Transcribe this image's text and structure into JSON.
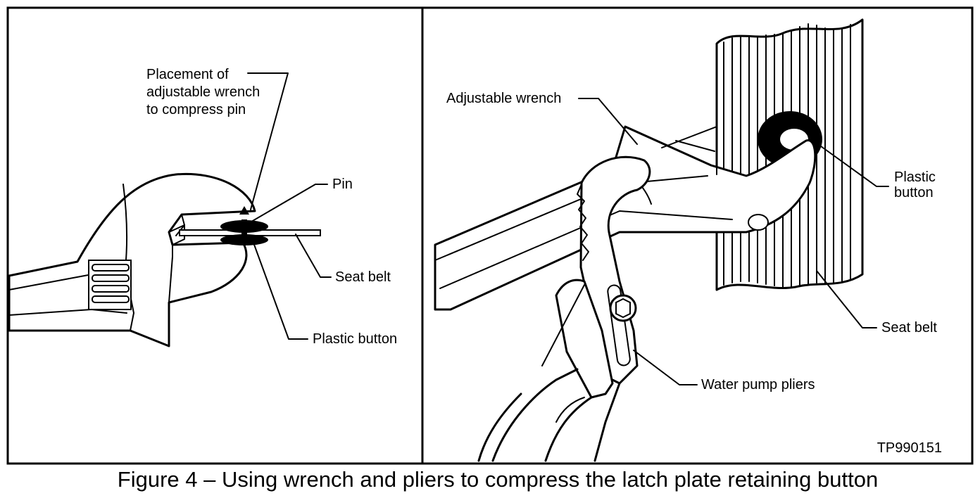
{
  "left_panel": {
    "callouts": {
      "placement_line1": "Placement of",
      "placement_line2": "adjustable wrench",
      "placement_line3": "to compress pin",
      "pin": "Pin",
      "seat_belt": "Seat belt",
      "plastic_button": "Plastic button"
    }
  },
  "right_panel": {
    "callouts": {
      "adjustable_wrench": "Adjustable wrench",
      "plastic_button_line1": "Plastic",
      "plastic_button_line2": "button",
      "seat_belt": "Seat belt",
      "water_pump_pliers": "Water pump pliers"
    },
    "figure_code": "TP990151"
  },
  "caption": "Figure 4 – Using wrench and pliers to compress the latch plate retaining button"
}
